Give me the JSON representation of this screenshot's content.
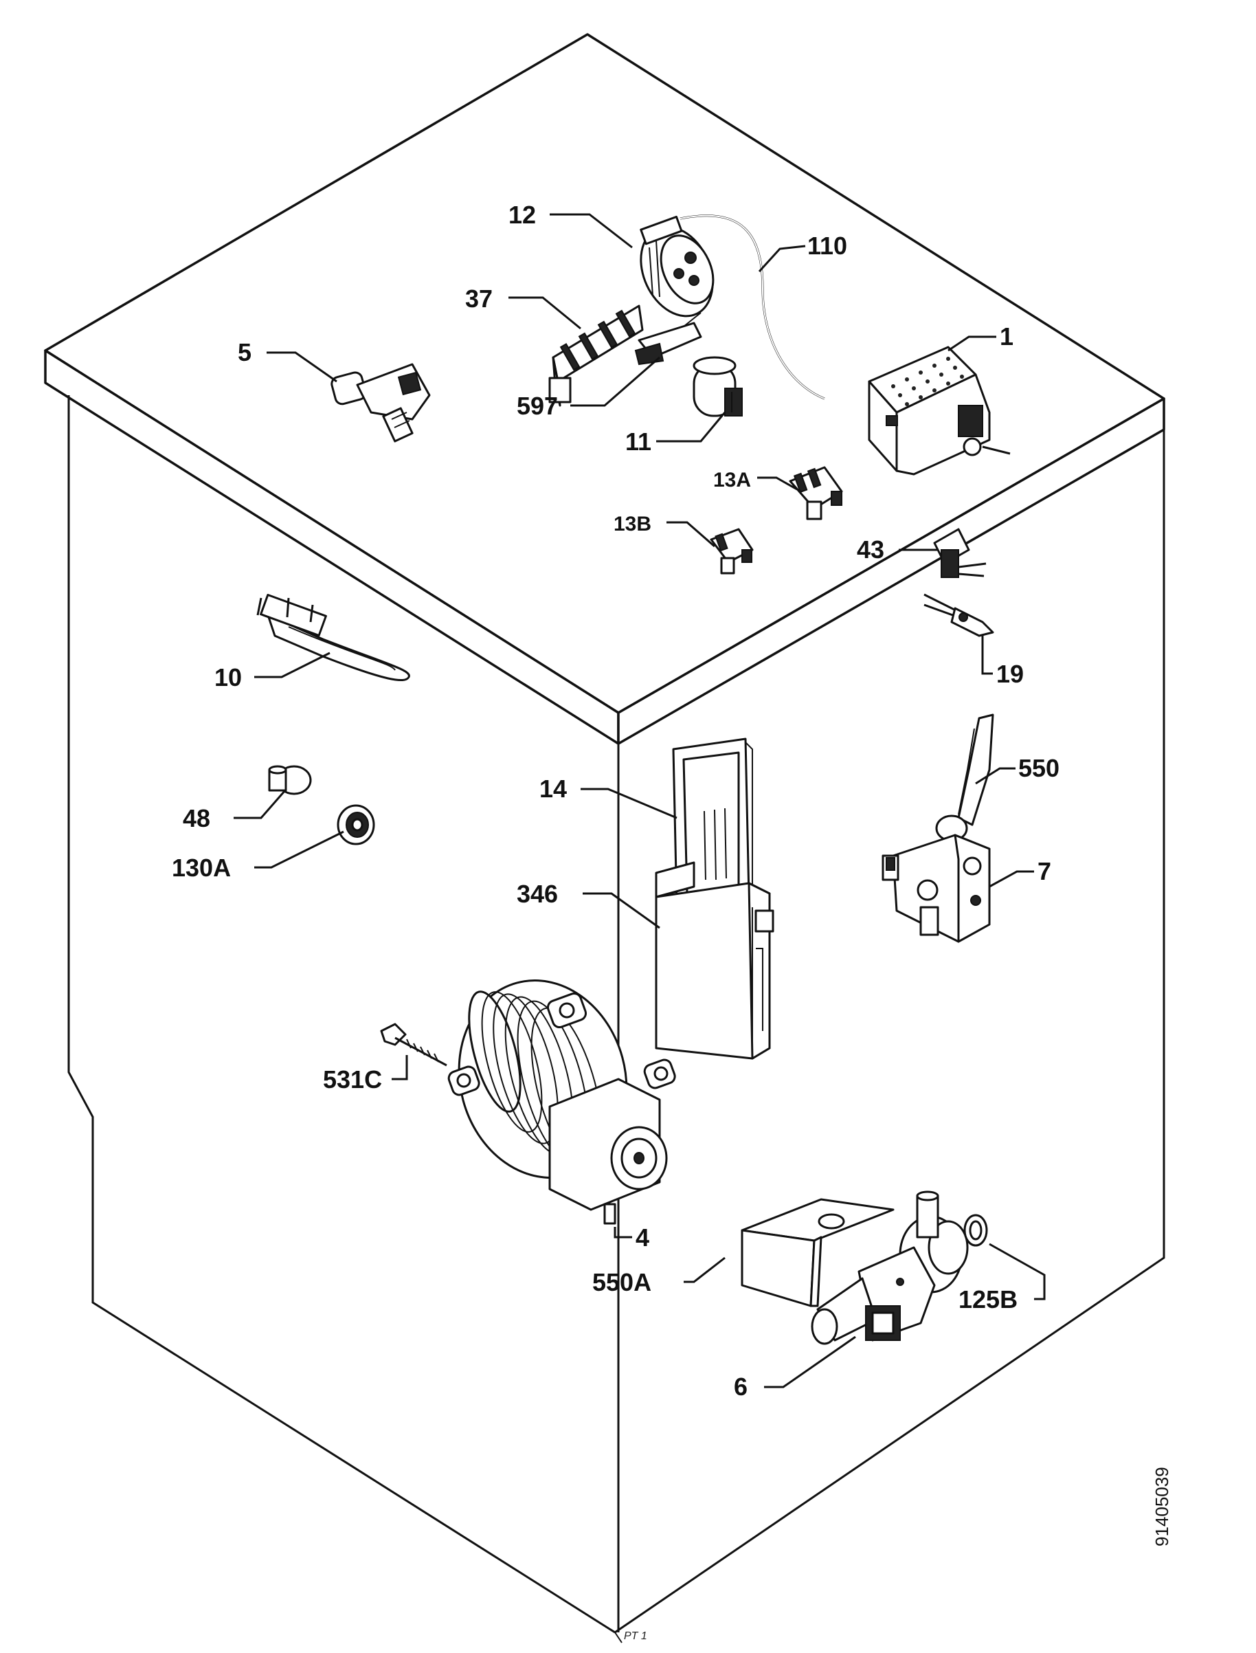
{
  "diagram": {
    "labels": {
      "p1": "1",
      "p4": "4",
      "p5": "5",
      "p6": "6",
      "p7": "7",
      "p10": "10",
      "p11": "11",
      "p12": "12",
      "p13a": "13A",
      "p13b": "13B",
      "p14": "14",
      "p19": "19",
      "p37": "37",
      "p43": "43",
      "p48": "48",
      "p110": "110",
      "p125b": "125B",
      "p130a": "130A",
      "p346": "346",
      "p531c": "531C",
      "p550": "550",
      "p550a": "550A",
      "p597": "597"
    },
    "drawing_number": "91405039",
    "corner_mark": "PT 1"
  }
}
